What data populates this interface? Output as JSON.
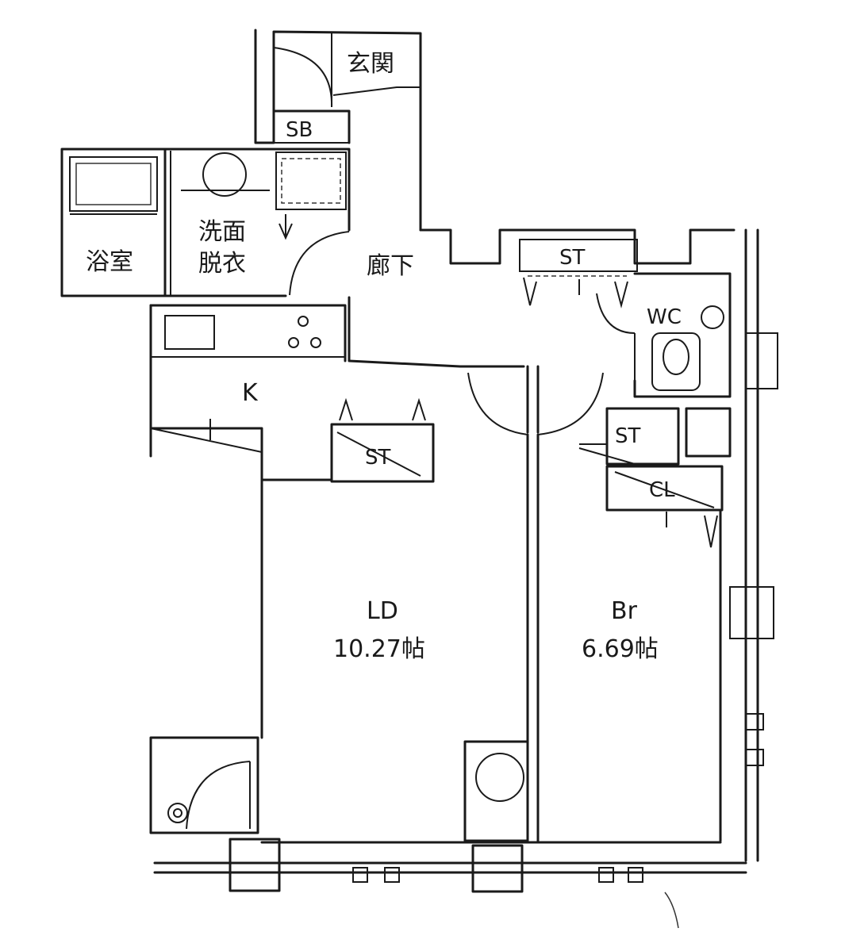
{
  "rooms": {
    "entrance": "玄関",
    "shoe_box": "SB",
    "bath": "浴室",
    "washroom_line1": "洗面",
    "washroom_line2": "脱衣",
    "hallway": "廊下",
    "storage_hall": "ST",
    "toilet": "WC",
    "kitchen": "K",
    "storage_kitchen": "ST",
    "storage_bedroom": "ST",
    "closet": "CL",
    "living_dining": "LD",
    "living_dining_area": "10.27帖",
    "bedroom": "Br",
    "bedroom_area": "6.69帖"
  }
}
